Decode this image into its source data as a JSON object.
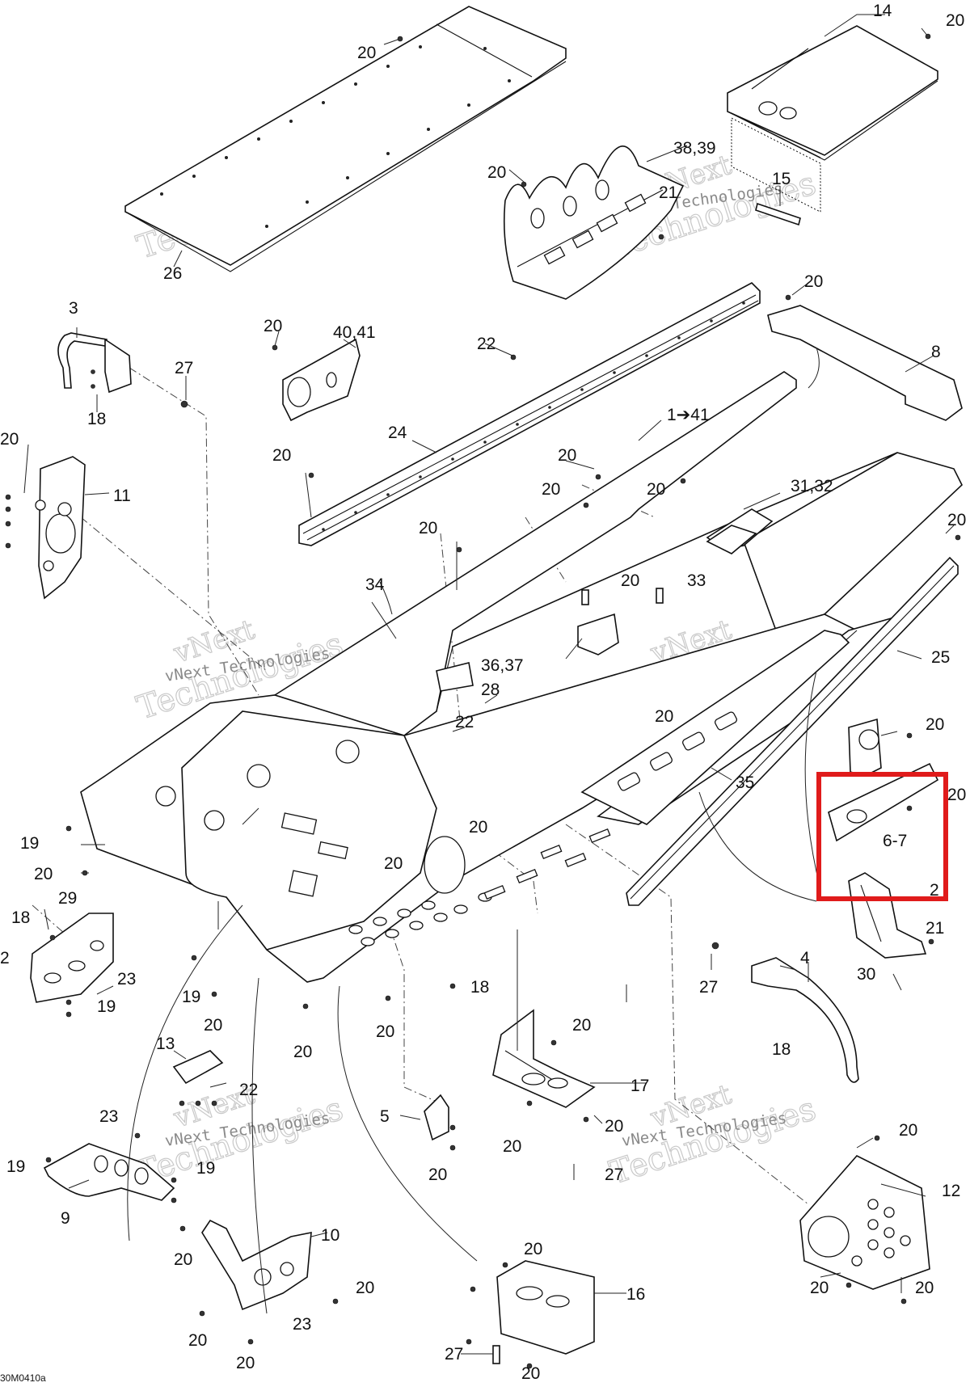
{
  "drawing_code": "30M0410a",
  "watermark": {
    "brand": "vNext",
    "sub": "Technologies",
    "full": "vNext Technologies"
  },
  "highlight_color": "#e01b1b",
  "callouts": {
    "c14": "14",
    "c20_top_right": "20",
    "c20_top_plate": "20",
    "c38_39": "38,39",
    "c20_exhaust_shield": "20",
    "c15": "15",
    "c21_top": "21",
    "c26": "26",
    "c3": "3",
    "c27_left": "27",
    "c18_left": "18",
    "c20_bracket": "20",
    "c40_41": "40,41",
    "c22_top": "22",
    "c20_plate8": "20",
    "c8": "8",
    "c24": "24",
    "c1_41": "1➔41",
    "c20_left_col": "20",
    "c11": "11",
    "c20_rail": "20",
    "c20_tunnel_a": "20",
    "c20_tunnel_b": "20",
    "c20_tunnel_c": "20",
    "c31_32": "31,32",
    "c20_far_right": "20",
    "c20_mid": "20",
    "c20_33": "20",
    "c33": "33",
    "c34": "34",
    "c25": "25",
    "c36_37": "36,37",
    "c28": "28",
    "c22_mid": "22",
    "c20_tunnel_d": "20",
    "c20_right_bracket": "20",
    "c20_highlight": "20",
    "c35": "35",
    "c6_7": "6-7",
    "c2_right": "2",
    "c20_front": "20",
    "c19_left": "19",
    "c20_left_front": "20",
    "c20_center": "20",
    "c29": "29",
    "c18_front": "18",
    "c2_left": "2",
    "c23_left": "23",
    "c19_left_b": "19",
    "c21_right": "21",
    "c30": "30",
    "c4": "4",
    "c27_right": "27",
    "c18_mid": "18",
    "c18_right": "18",
    "c19_bottom": "19",
    "c20_bottom_a": "20",
    "c20_bottom_b": "20",
    "c20_bottom_c": "20",
    "c13": "13",
    "c22_bottom": "22",
    "c20_17": "20",
    "c17": "17",
    "c5": "5",
    "c23_bottom": "23",
    "c20_20a": "20",
    "c20_20b": "20",
    "c20_5": "20",
    "c27_bottom": "27",
    "c20_12": "20",
    "c12": "12",
    "c19_9": "19",
    "c19_9b": "19",
    "c9": "9",
    "c10": "10",
    "c20_10a": "20",
    "c20_10b": "20",
    "c23_10": "23",
    "c20_10c": "20",
    "c20_10d": "20",
    "c20_16": "20",
    "c16": "16",
    "c27_16": "27",
    "c20_16b": "20",
    "c20_12b": "20",
    "c20_12c": "20"
  }
}
